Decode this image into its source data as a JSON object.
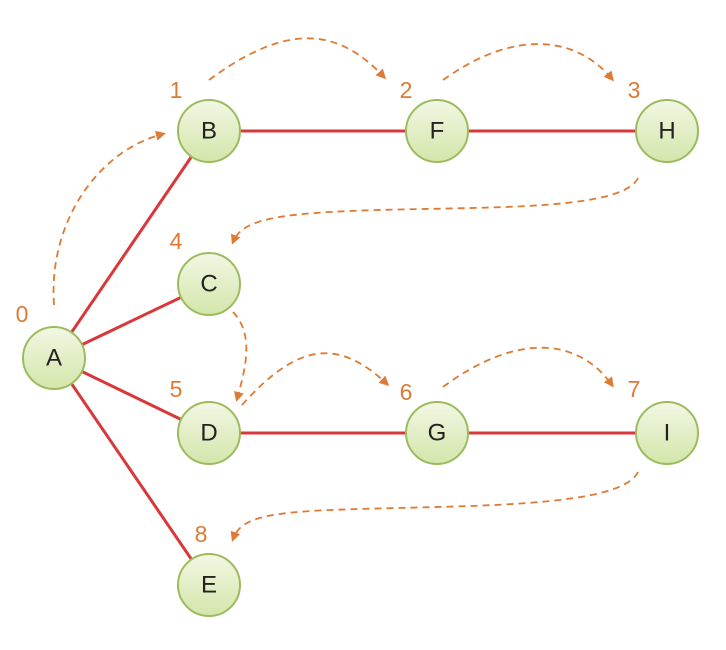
{
  "colors": {
    "edge": "#d9383a",
    "traversal": "#dd7a34",
    "node_fill_top": "#f2f7e4",
    "node_fill_bottom": "#d3e6aa",
    "node_stroke": "#9dbb5e"
  },
  "nodes": [
    {
      "id": "A",
      "order": "0"
    },
    {
      "id": "B",
      "order": "1"
    },
    {
      "id": "F",
      "order": "2"
    },
    {
      "id": "H",
      "order": "3"
    },
    {
      "id": "C",
      "order": "4"
    },
    {
      "id": "D",
      "order": "5"
    },
    {
      "id": "G",
      "order": "6"
    },
    {
      "id": "I",
      "order": "7"
    },
    {
      "id": "E",
      "order": "8"
    }
  ],
  "edges": [
    [
      "A",
      "B"
    ],
    [
      "A",
      "C"
    ],
    [
      "A",
      "D"
    ],
    [
      "A",
      "E"
    ],
    [
      "B",
      "F"
    ],
    [
      "F",
      "H"
    ],
    [
      "D",
      "G"
    ],
    [
      "G",
      "I"
    ]
  ],
  "traversal_order": [
    "A",
    "B",
    "F",
    "H",
    "C",
    "D",
    "G",
    "I",
    "E"
  ]
}
